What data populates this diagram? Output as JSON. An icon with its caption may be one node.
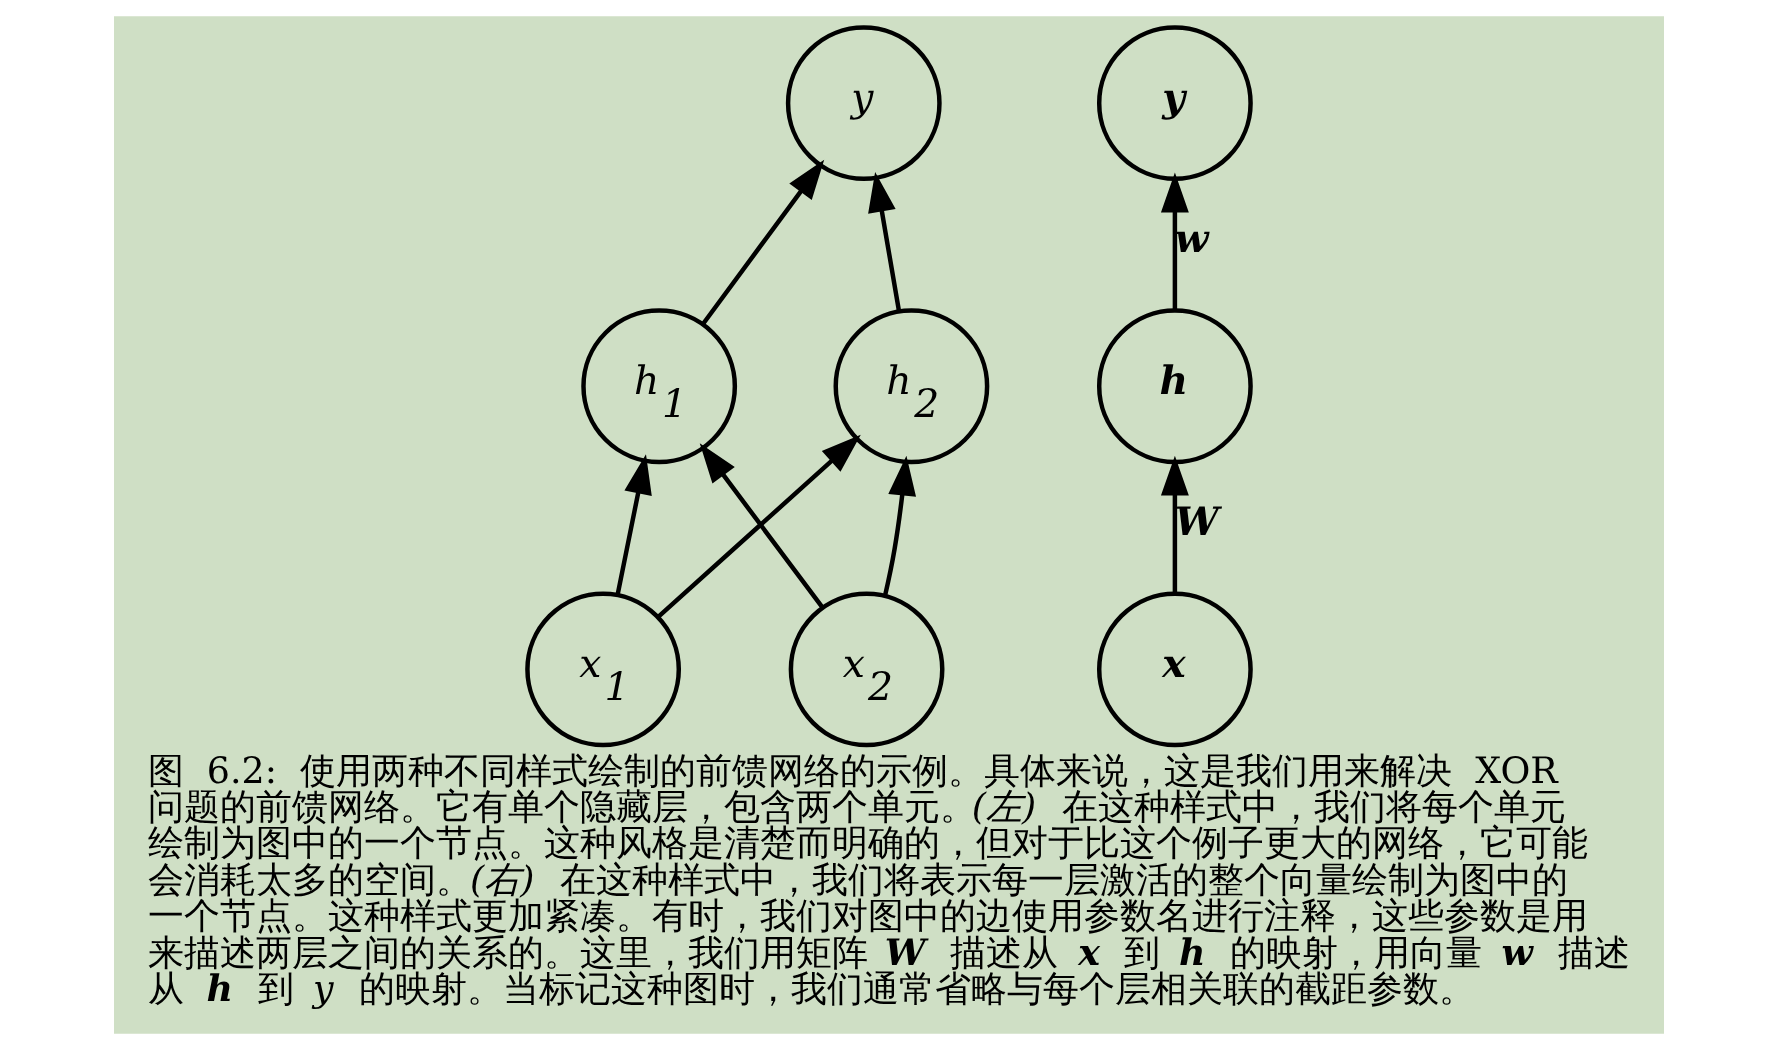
{
  "diagram": {
    "caption": "图 6.2: 使用两种不同样式绘制的前馈网络的示例。具体来说，这是我们用来解决 XOR 问题的前馈网络。它有单个隐藏层，包含两个单元。*(左)* 在这种样式中，我们将每个单元绘制为图中的一个节点。这种风格是清楚而明确的，但对于比这个例子更大的网络，它可能会消耗太多的空间。*(右)* 在这种样式中，我们将表示每一层激活的整个向量绘制为图中的一个节点。这种样式更加紧凑。有时，我们对图中的边使用参数名进行注释，这些参数是用来描述两层之间的关系的。这里，我们用矩阵 **W** 描述从 **x** 到 **h** 的映射，用向量 **w** 描述从 **h** 到 *y* 的映射。当标记这种图时，我们通常省略与每个层相关联的截距参数。",
    "nodes": [
      {
        "text": [
          "y"
        ]
      },
      {
        "text": [
          "h$_{1}$"
        ]
      },
      {
        "text": [
          "h$_{2}$"
        ]
      },
      {
        "text": [
          "x$_{1}$"
        ]
      },
      {
        "text": [
          "x$_{2}$"
        ]
      },
      {
        "text": [
          "y"
        ]
      },
      {
        "text": [
          "h"
        ]
      },
      {
        "text": [
          "x"
        ]
      }
    ],
    "edges": [
      {
        "from": 3,
        "to": 1,
        "arrow": "to"
      },
      {
        "from": 3,
        "to": 2,
        "arrow": "to"
      },
      {
        "from": 4,
        "to": 1,
        "arrow": "to"
      },
      {
        "from": 4,
        "to": 2,
        "arrow": "to"
      },
      {
        "from": 1,
        "to": 0,
        "arrow": "to"
      },
      {
        "from": 2,
        "to": 0,
        "arrow": "to"
      },
      {
        "from": 7,
        "to": 6,
        "arrow": "to",
        "label": "W"
      },
      {
        "from": 6,
        "to": 5,
        "arrow": "to",
        "label": "w"
      }
    ]
  }
}
